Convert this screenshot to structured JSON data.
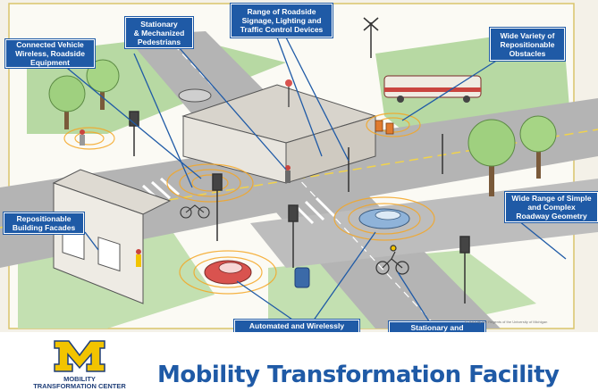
{
  "callouts": {
    "connected_vehicle": "Connected Vehicle\nWireless, Roadside\nEquipment",
    "pedestrians": "Stationary\n& Mechanized\nPedestrians",
    "signage": "Range of Roadside\nSignage, Lighting and\nTraffic Control Devices",
    "obstacles": "Wide Variety of\nRepositionable\nObstacles",
    "facades": "Repositionable\nBuilding Facades",
    "geometry": "Wide Range of Simple\nand Complex\nRoadway Geometry",
    "vehicles": "Automated and Wirelessly\nConnected vehicles",
    "bicycles": "Stationary and\nMechanized Bicycles"
  },
  "footer": {
    "logo_text": "MOBILITY\nTRANSFORMATION CENTER",
    "title": "Mobility Transformation Facility"
  },
  "copyright": "© 2014 by the Regents of the University of Michigan",
  "colors": {
    "callout_blue": "#1f5aa6",
    "logo_maize": "#f2c400",
    "road_gray": "#a9a9a9",
    "grass_green": "#9fc98a",
    "wave_orange": "#f5a623"
  }
}
